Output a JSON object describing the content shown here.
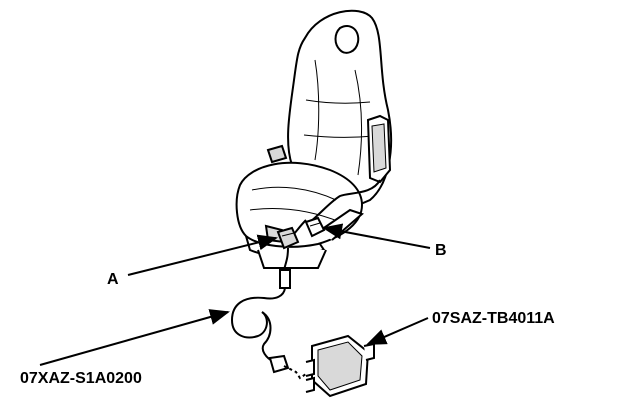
{
  "labels": {
    "a": "A",
    "b": "B",
    "tool_cable": "07XAZ-S1A0200",
    "tool_unit": "07SAZ-TB4011A"
  },
  "colors": {
    "ink": "#000000",
    "paper": "#ffffff",
    "shade": "#d9d9d9"
  }
}
